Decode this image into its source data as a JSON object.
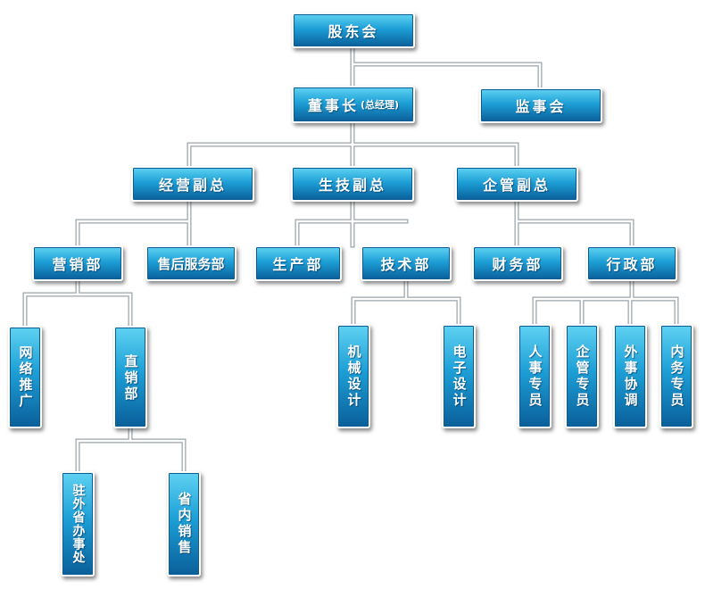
{
  "org": {
    "shareholders": "股东会",
    "chairman": "董事长",
    "chairman_note": "(总经理)",
    "supervisors": "监事会",
    "vp_operations": "经营副总",
    "vp_production": "生技副总",
    "vp_admin": "企管副总",
    "sales": "营销部",
    "after_sales": "售后服务部",
    "production": "生产部",
    "tech": "技术部",
    "finance": "财务部",
    "admin": "行政部",
    "online": "网络推广",
    "direct_sales": "直销部",
    "mechanical": "机械设计",
    "electronic": "电子设计",
    "hr": "人事专员",
    "mgmt_spec": "企管专员",
    "external": "外事协调",
    "internal": "内务专员",
    "out_province": "驻外省办事处",
    "in_province": "省内销售"
  }
}
